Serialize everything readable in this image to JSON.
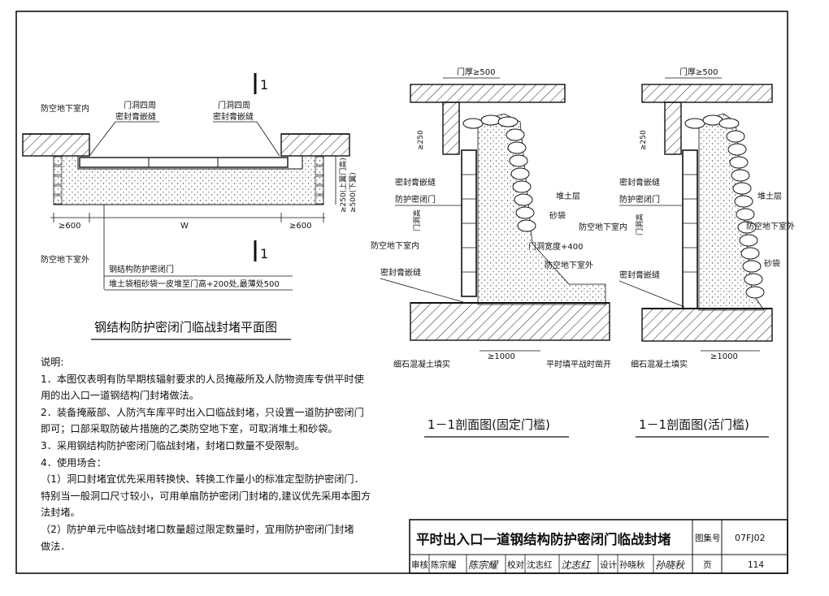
{
  "plan": {
    "cut_mark": "1",
    "label_inside": "防空地下室内",
    "label_outside": "防空地下室外",
    "seal_left_1": "门洞四周",
    "seal_left_2": "密封膏嵌缝",
    "seal_right_1": "门洞四周",
    "seal_right_2": "密封膏嵌缝",
    "dim_left": "≥600",
    "dim_width": "W",
    "dim_right": "≥600",
    "dim_vertical_1": "≥250(上翼门高)",
    "dim_vertical_2": "≥500(下翼)",
    "callout_1": "钢结构防护密闭门",
    "callout_2": "堆土袋租砂袋一皮堆至门高+200处,最薄处500",
    "title": "钢结构防护密闭门临战封堵平面图"
  },
  "section_fixed": {
    "door_thickness": "门厚≥500",
    "dim_250": "≥250",
    "seal_top": "密封膏嵌缝",
    "door_label": "防护密闭门",
    "door_height": "门洞高",
    "inside": "防空地下室内",
    "seal_bottom": "密封膏嵌缝",
    "soil": "堆土层",
    "sandbag": "砂袋",
    "width_note": "门洞宽度+400",
    "outside": "防空地下室外",
    "concrete": "细石混凝土填实",
    "dim_1000": "≥1000",
    "fill_note": "平时填平战时凿开",
    "title": "1－1剖面图(固定门槛)"
  },
  "section_movable": {
    "door_thickness": "门厚≥500",
    "dim_250": "≥250",
    "seal_top": "密封膏嵌缝",
    "door_label": "防护密闭门",
    "door_height": "门洞高",
    "inside": "防空地下室内",
    "seal_bottom": "密封膏嵌缝",
    "soil": "堆土层",
    "outside": "防空地下室外",
    "sandbag": "砂袋",
    "concrete": "细石混凝土填实",
    "dim_1000": "≥1000",
    "title": "1－1剖面图(活门槛)"
  },
  "notes": {
    "heading": "说明:",
    "lines": [
      "1．本图仅表明有防早期核辐射要求的人员掩蔽所及人防物资库专供平时使",
      "用的出入口一道钢结构门封堵做法。",
      "2．装备掩蔽部、人防汽车库平时出入口临战封堵，只设置一道防护密闭门",
      "即可；口部采取防破片措施的乙类防空地下室，可取消堆土和砂袋。",
      "3．采用钢结构防护密闭门临战封堵，封堵口数量不受限制。",
      "4．使用场合：",
      "（1）洞口封堵宜优先采用转换快、转换工作量小的标准定型防护密闭门．",
      "特别当一般洞口尺寸较小，可用单扇防护密闭门封堵的,建议优先采用本图方",
      "法封堵。",
      "（2）防护单元中临战封堵口数量超过限定数量时，宜用防护密闭门封堵",
      "做法．"
    ]
  },
  "titleblock": {
    "title": "平时出入口一道钢结构防护密闭门临战封堵",
    "atlas_label": "图集号",
    "atlas_no": "07FJ02",
    "review_label": "审核",
    "reviewer": "陈宗耀",
    "check_label": "校对",
    "checker": "沈志红",
    "design_label": "设计",
    "designer": "孙晓秋",
    "page_label": "页",
    "page_no": "114"
  }
}
